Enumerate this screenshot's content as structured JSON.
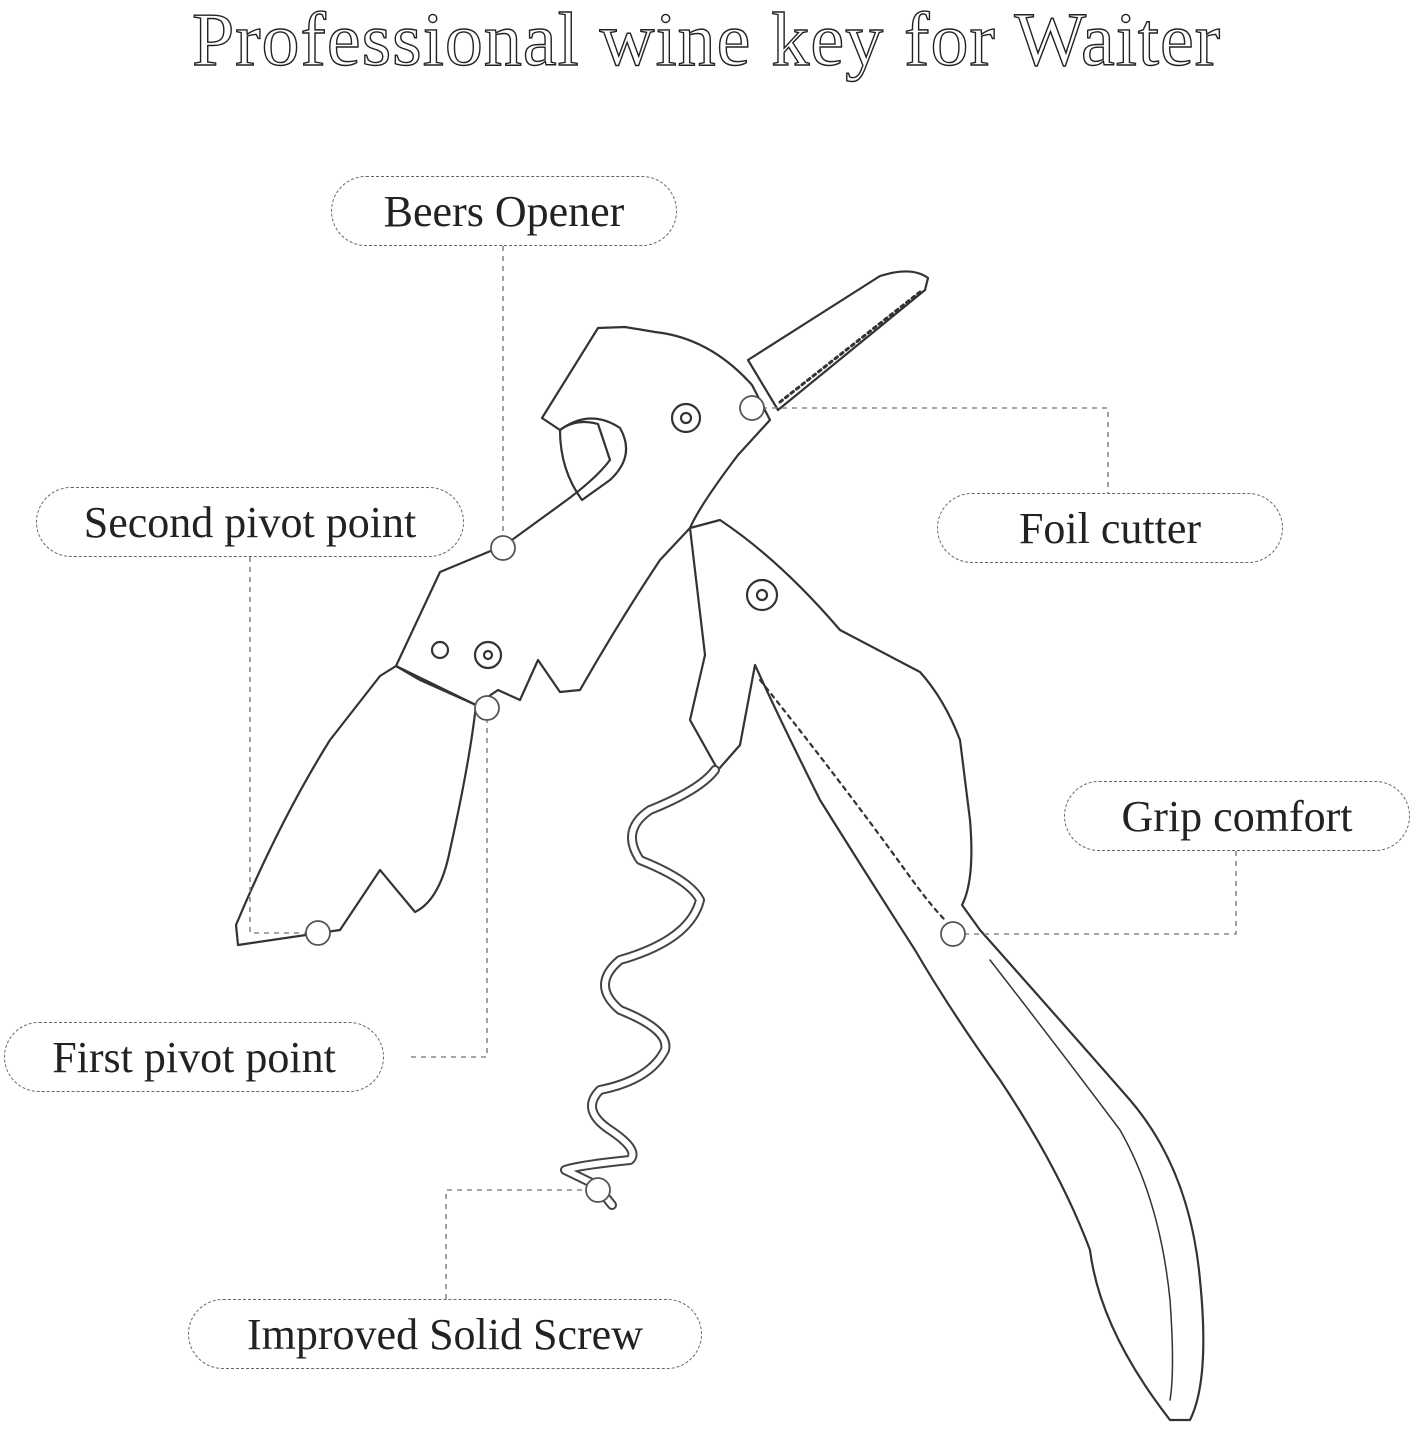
{
  "title": "Professional wine key for Waiter",
  "labels": {
    "beers_opener": "Beers Opener",
    "second_pivot_point": "Second pivot point",
    "foil_cutter": "Foil cutter",
    "grip_comfort": "Grip comfort",
    "first_pivot_point": "First pivot point",
    "improved_solid_screw": "Improved Solid Screw"
  },
  "colors": {
    "outline": "#333333",
    "callout": "#777777",
    "background": "#ffffff"
  }
}
